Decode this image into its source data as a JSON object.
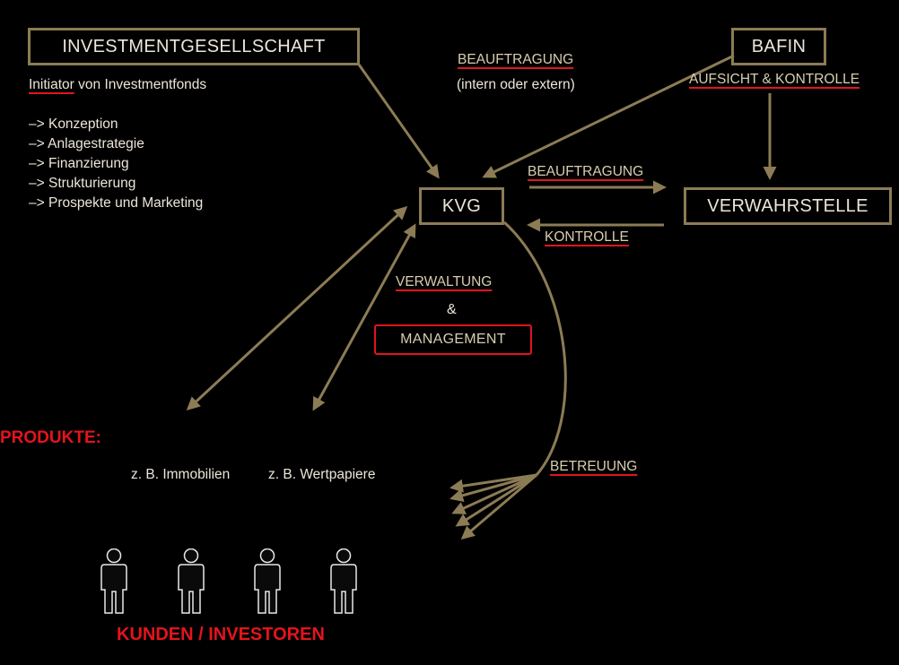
{
  "investment": {
    "title": "INVESTMENTGESELLSCHAFT",
    "subtitle_underlined": "Initiator",
    "subtitle_rest": " von Investmentfonds",
    "tasks": [
      "–> Konzeption",
      "–> Anlagestrategie",
      "–> Finanzierung",
      "–> Strukturierung",
      "–> Prospekte und Marketing"
    ]
  },
  "beauftragung_top": {
    "label": "BEAUFTRAGUNG",
    "note": "(intern oder extern)"
  },
  "bafin": {
    "title": "BAFIN",
    "label": "AUFSICHT & KONTROLLE"
  },
  "kvg": {
    "title": "KVG"
  },
  "verwahrstelle": {
    "title": "VERWAHRSTELLE"
  },
  "arrows": {
    "beauftragung": "BEAUFTRAGUNG",
    "kontrolle": "KONTROLLE",
    "betreuung": "BETREUUNG"
  },
  "verwaltung": {
    "label": "VERWALTUNG",
    "and": "&",
    "management": "MANAGEMENT"
  },
  "produkte": {
    "title": "PRODUKTE:",
    "items": [
      "z. B. Immobilien",
      "z. B. Wertpapiere"
    ]
  },
  "kunden": {
    "title": "KUNDEN / INVESTOREN"
  },
  "colors": {
    "gold": "#8c7c55",
    "accent_red": "#e0141e",
    "background": "#000000"
  }
}
